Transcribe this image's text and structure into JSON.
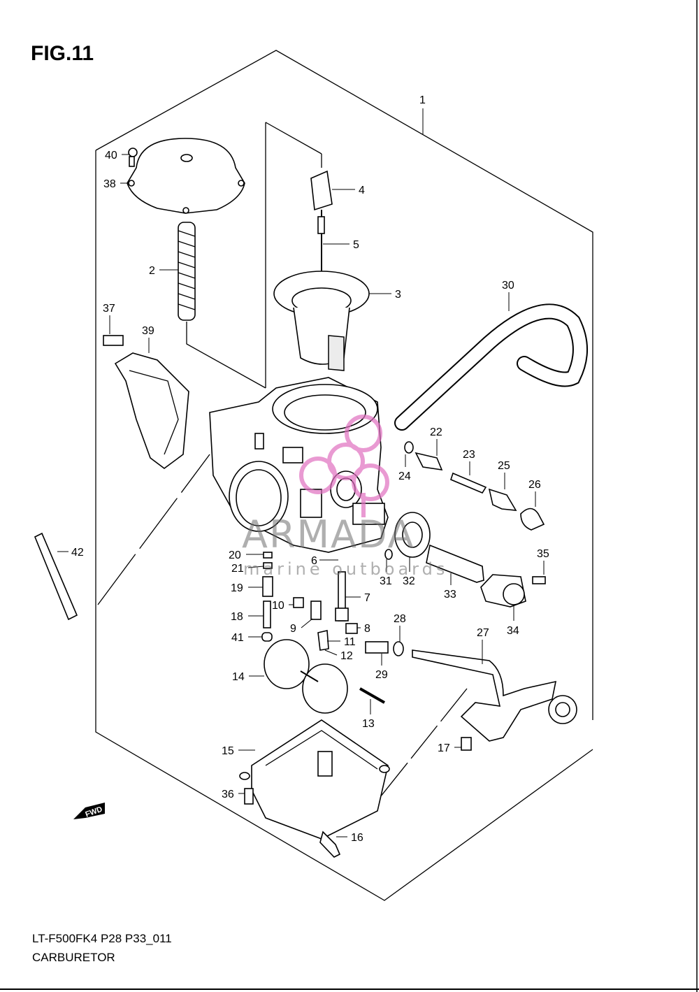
{
  "figure": {
    "title": "FIG.11",
    "model_code": "LT-F500FK4 P28 P33_011",
    "name": "CARBURETOR",
    "fwd_label": "FWD"
  },
  "watermark": {
    "brand": "ARMADA",
    "sub": "marine outboards",
    "logo_color": "#e070c0"
  },
  "callouts": [
    "1",
    "2",
    "3",
    "4",
    "5",
    "6",
    "7",
    "8",
    "9",
    "10",
    "11",
    "12",
    "13",
    "14",
    "15",
    "16",
    "17",
    "18",
    "19",
    "20",
    "21",
    "22",
    "23",
    "24",
    "25",
    "26",
    "27",
    "28",
    "29",
    "30",
    "31",
    "32",
    "33",
    "34",
    "35",
    "36",
    "37",
    "38",
    "39",
    "40",
    "41",
    "42"
  ]
}
